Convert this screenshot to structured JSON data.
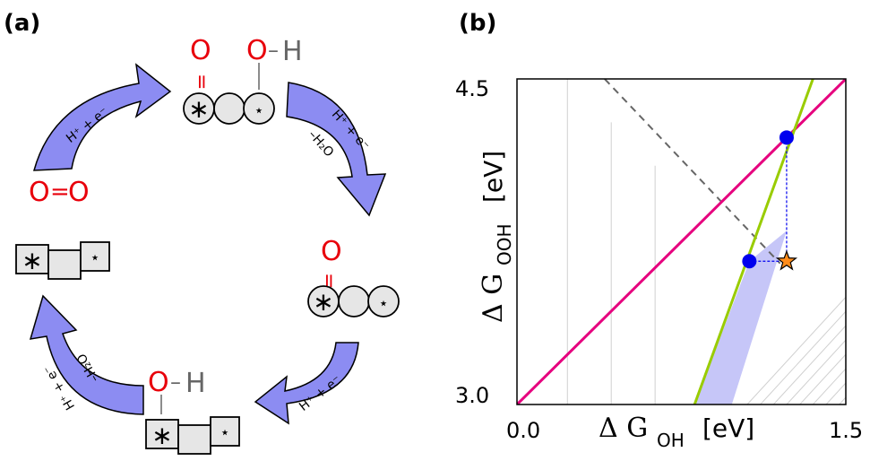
{
  "panel_a": {
    "label": "(a)",
    "o2": {
      "o1": "O",
      "eq": "=",
      "o2": "O"
    },
    "ooh": {
      "o": "O",
      "dash": "–",
      "oh_o": "O",
      "oh_dash": "–",
      "h": "H",
      "eq": "="
    },
    "o_star": {
      "o": "O",
      "eq": "="
    },
    "oh_star": {
      "o": "O",
      "dash": "–",
      "h": "H"
    },
    "site_symbols": {
      "big": "∗",
      "small": "⋆"
    },
    "arrows": {
      "a1": "H⁺ + e⁻",
      "a2_top": "H⁺ + e⁻",
      "a2_bottom": "–H₂O",
      "a3": "H⁺ + e⁻",
      "a4_top": "H⁺ + e⁻",
      "a4_bottom": "–H₂O"
    },
    "colors": {
      "arrow_fill": "#8c8cf2",
      "oxygen": "#e8000b",
      "hydrogen": "#666666",
      "site_fill": "#e6e6e6"
    }
  },
  "panel_b": {
    "label": "(b)",
    "chart_data": {
      "type": "line",
      "xlabel_main": "Δ G",
      "xlabel_sub": "OH",
      "xlabel_unit": "[eV]",
      "ylabel_main": "Δ G",
      "ylabel_sub": "OOH",
      "ylabel_unit": "[eV]",
      "xlim": [
        0.0,
        1.5
      ],
      "ylim": [
        3.0,
        4.5
      ],
      "xticks": [
        "0.0",
        "1.5"
      ],
      "yticks": [
        "3.0",
        "4.5"
      ],
      "series": [
        {
          "color": "#e6007e",
          "x": [
            0.0,
            1.5
          ],
          "y": [
            3.0,
            4.5
          ]
        },
        {
          "color": "#99cc00",
          "x": [
            0.81,
            1.35
          ],
          "y": [
            3.0,
            4.5
          ]
        }
      ],
      "dashed_line": {
        "color": "#666666",
        "x": [
          0.4,
          1.2
        ],
        "y": [
          4.5,
          3.65
        ]
      },
      "points": [
        {
          "x": 1.23,
          "y": 4.23,
          "color": "#0000ee"
        },
        {
          "x": 1.06,
          "y": 3.66,
          "color": "#0000ee"
        }
      ],
      "star": {
        "x": 1.23,
        "y": 3.66,
        "color": "#ff8c1a"
      },
      "shaded_region": {
        "color": "#b3b3f5",
        "x": [
          0.81,
          0.98,
          1.23,
          1.06
        ],
        "y": [
          3.0,
          3.0,
          3.8,
          3.66
        ]
      }
    }
  }
}
